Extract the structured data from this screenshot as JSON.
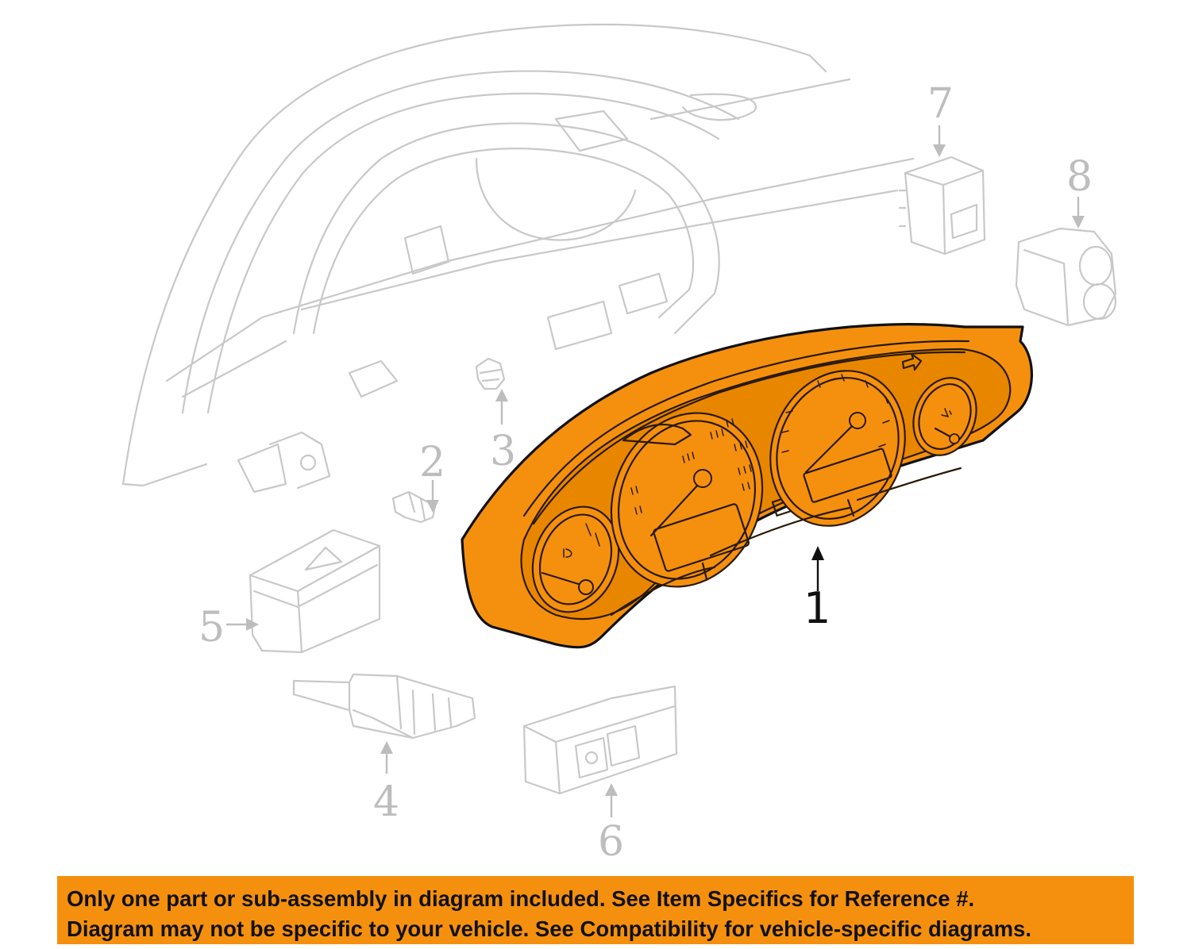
{
  "colors": {
    "highlight": "#f5900f",
    "highlight_dark": "#e07d00",
    "banner": "#f5900f",
    "ghost_line": "#c8c8c8",
    "callout_ghost": "#bdbdbd",
    "callout_main": "#111111"
  },
  "callouts": [
    {
      "id": "1",
      "label": "1",
      "highlighted": true
    },
    {
      "id": "2",
      "label": "2",
      "highlighted": false
    },
    {
      "id": "3",
      "label": "3",
      "highlighted": false
    },
    {
      "id": "4",
      "label": "4",
      "highlighted": false
    },
    {
      "id": "5",
      "label": "5",
      "highlighted": false
    },
    {
      "id": "6",
      "label": "6",
      "highlighted": false
    },
    {
      "id": "7",
      "label": "7",
      "highlighted": false
    },
    {
      "id": "8",
      "label": "8",
      "highlighted": false
    }
  ],
  "banner": {
    "line1": "Only one part or sub-assembly in diagram included. See Item Specifics for Reference #.",
    "line2": "Diagram may not be specific to your vehicle. See Compatibility for vehicle-specific diagrams."
  }
}
